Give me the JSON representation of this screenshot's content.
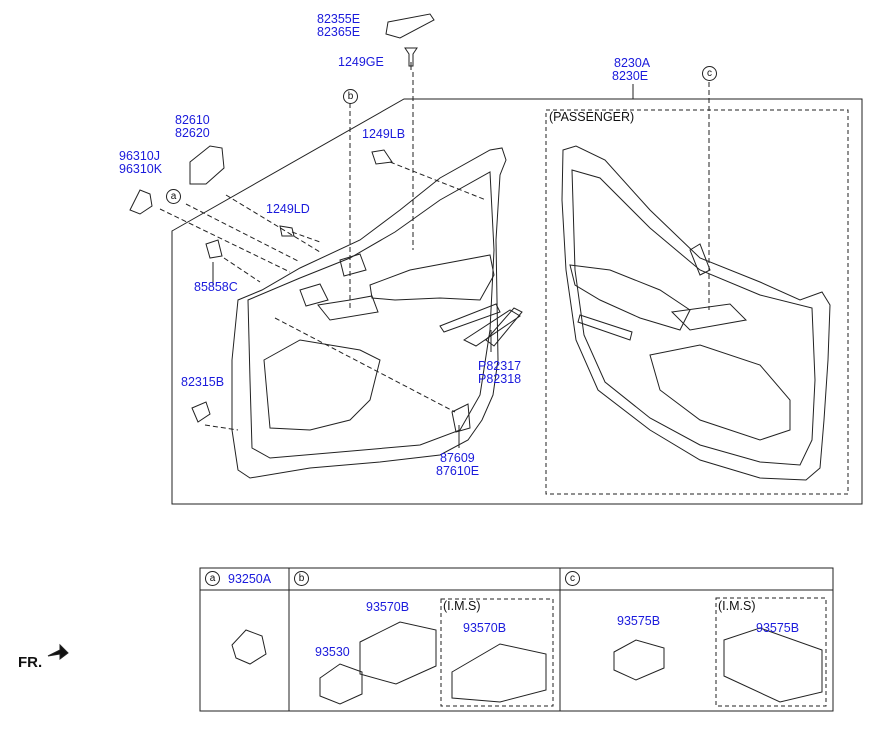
{
  "main_diagram": {
    "labels": {
      "p82355e": "82355E",
      "p82365e": "82365E",
      "p1249ge": "1249GE",
      "p82610": "82610",
      "p82620": "82620",
      "p96310j": "96310J",
      "p96310k": "96310K",
      "p1249lb": "1249LB",
      "p1249ld": "1249LD",
      "p85858c": "85858C",
      "p82315b": "82315B",
      "p8230a": "8230A",
      "p8230e": "8230E",
      "p82317": "P82317",
      "p82318": "P82318",
      "p87609": "87609",
      "p87610e": "87610E"
    },
    "passenger_label": "(PASSENGER)",
    "callouts": {
      "a": "a",
      "b": "b",
      "c": "c"
    }
  },
  "legend_table": {
    "col_a": {
      "marker": "a",
      "part": "93250A"
    },
    "col_b": {
      "marker": "b",
      "part_switch": "93530",
      "part_main": "93570B",
      "ims_label": "(I.M.S)",
      "ims_part": "93570B"
    },
    "col_c": {
      "marker": "c",
      "part_main": "93575B",
      "ims_label": "(I.M.S)",
      "ims_part": "93575B"
    }
  },
  "direction_label": "FR."
}
